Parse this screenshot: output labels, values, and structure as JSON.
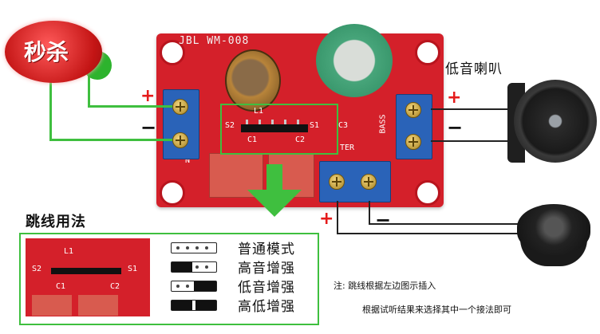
{
  "badge": {
    "text": "秒杀"
  },
  "board": {
    "model": "JBL WM-008",
    "labels": {
      "l1": "L1",
      "s2": "S2",
      "s1": "S1",
      "c1": "C1",
      "c2": "C2",
      "c3": "C3",
      "n": "N",
      "bass": "BASS",
      "ter": "TER"
    }
  },
  "speakers": {
    "woofer_label": "低音喇叭"
  },
  "signs": {
    "plus": "+",
    "minus": "−"
  },
  "jumper_section": {
    "title": "跳线用法",
    "modes": [
      {
        "label": "普通模式",
        "bridge": "none"
      },
      {
        "label": "高音增强",
        "bridge": "left"
      },
      {
        "label": "低音增强",
        "bridge": "right"
      },
      {
        "label": "高低增强",
        "bridge": "both"
      }
    ]
  },
  "notes": {
    "line1": "注:  跳线根据左边图示插入",
    "line2": "根据试听结果来选择其中一个接法即可"
  },
  "colors": {
    "pcb": "#d4202a",
    "wire": "#3fbf3f",
    "terminal": "#2a63b8",
    "plus": "#e51b1b"
  }
}
